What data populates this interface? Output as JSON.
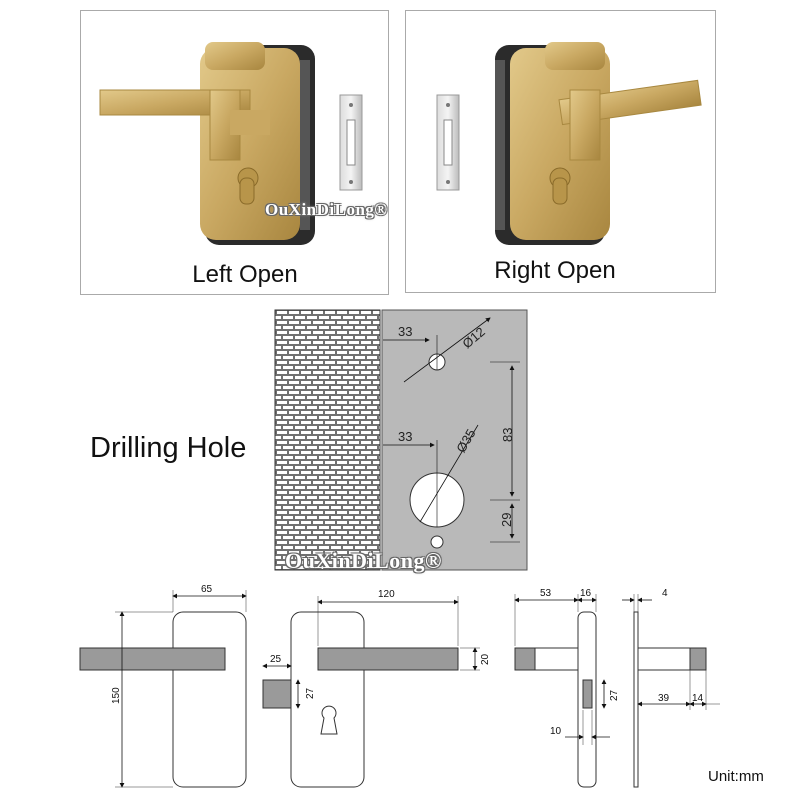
{
  "panels": {
    "left_caption": "Left Open",
    "right_caption": "Right Open",
    "watermark": "OuXinDiLong®"
  },
  "drilling": {
    "label": "Drilling Hole",
    "dim_top_offset": "33",
    "dim_small_hole": "Ø12",
    "dim_mid_offset": "33",
    "dim_large_hole": "Ø35",
    "dim_vertical_83": "83",
    "dim_vertical_29": "29",
    "watermark": "OuXinDiLong®"
  },
  "technical": {
    "front_width": "65",
    "front_height": "150",
    "lever_length": "120",
    "latch_projection": "25",
    "latch_height": "27",
    "lever_thickness": "20",
    "side_offset": "53",
    "side_depth": "16",
    "plate_thickness": "4",
    "side_latch_height": "27",
    "side_latch_width": "10",
    "lever_depth": "39",
    "lever_end": "14",
    "unit": "Unit:mm"
  },
  "colors": {
    "brass": "#c9a862",
    "lever_gray": "#9a9a9a",
    "drill_plate": "#b9b9b9"
  }
}
